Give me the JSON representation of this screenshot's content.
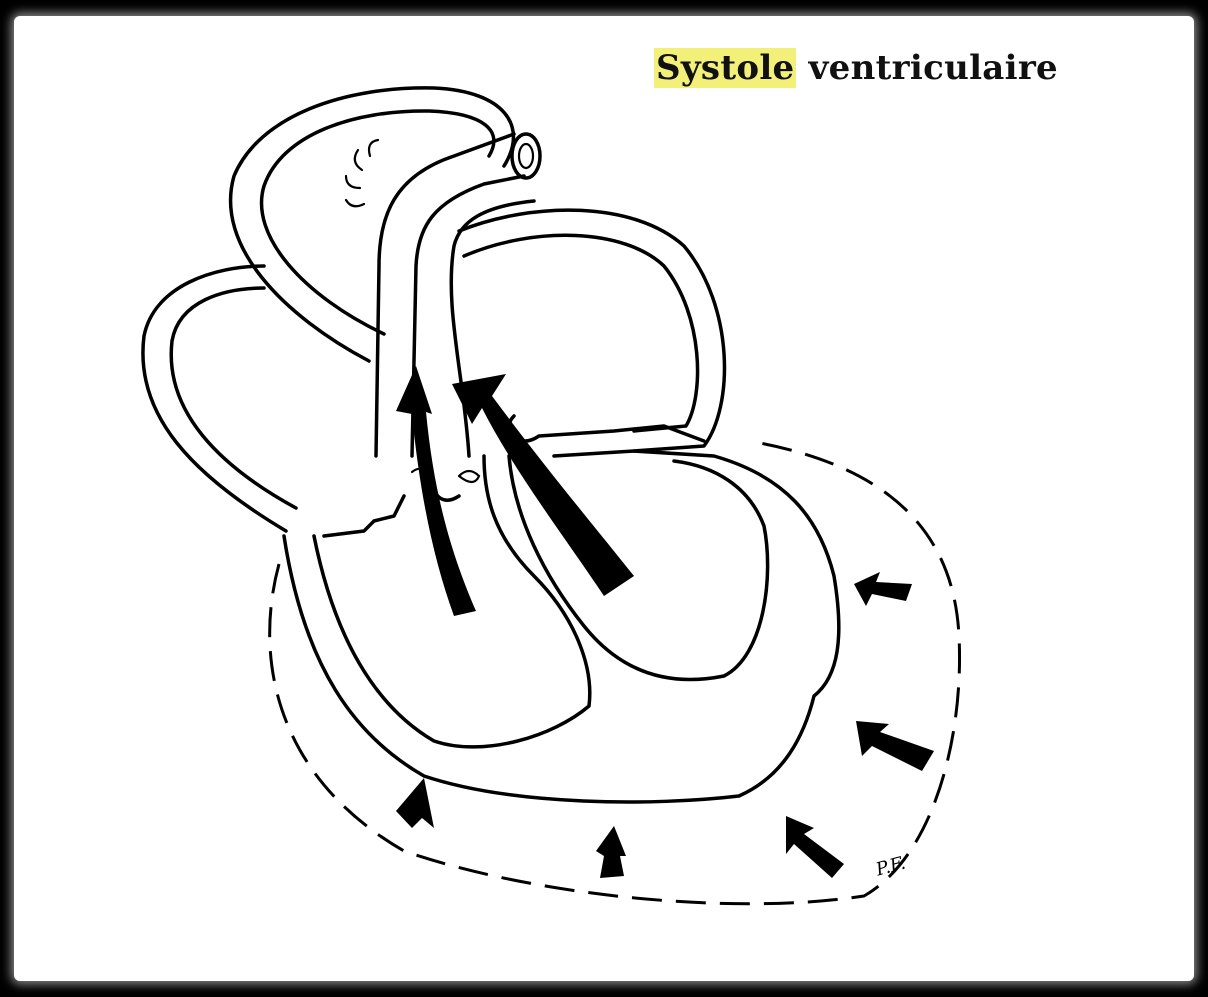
{
  "diagram": {
    "title_highlight": "Systole",
    "title_rest": " ventriculaire",
    "signature": "P.F.",
    "colors": {
      "highlight": "#f3f07a",
      "frame": "#000000",
      "background": "#ffffff"
    }
  }
}
